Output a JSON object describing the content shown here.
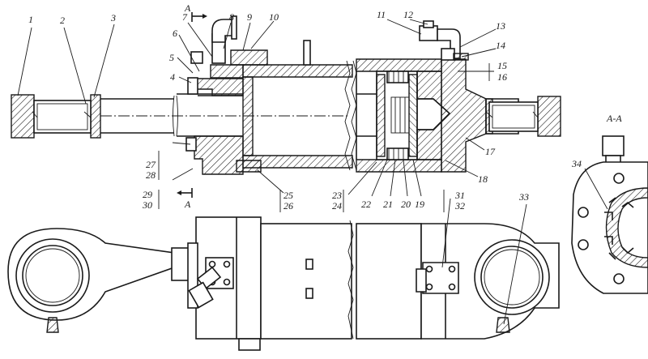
{
  "section_title": "A-A",
  "section_mark": "A",
  "callouts": {
    "c1": "1",
    "c2": "2",
    "c3": "3",
    "c4": "4",
    "c5": "5",
    "c6": "6",
    "c7": "7",
    "c8": "8",
    "c9": "9",
    "c10": "10",
    "c11": "11",
    "c12": "12",
    "c13": "13",
    "c14": "14",
    "c15": "15",
    "c16": "16",
    "c17": "17",
    "c18": "18",
    "c19": "19",
    "c20": "20",
    "c21": "21",
    "c22": "22",
    "c23": "23",
    "c24": "24",
    "c25": "25",
    "c26": "26",
    "c27": "27",
    "c28": "28",
    "c29": "29",
    "c30": "30",
    "c31": "31",
    "c32": "32",
    "c33": "33",
    "c34": "34"
  }
}
